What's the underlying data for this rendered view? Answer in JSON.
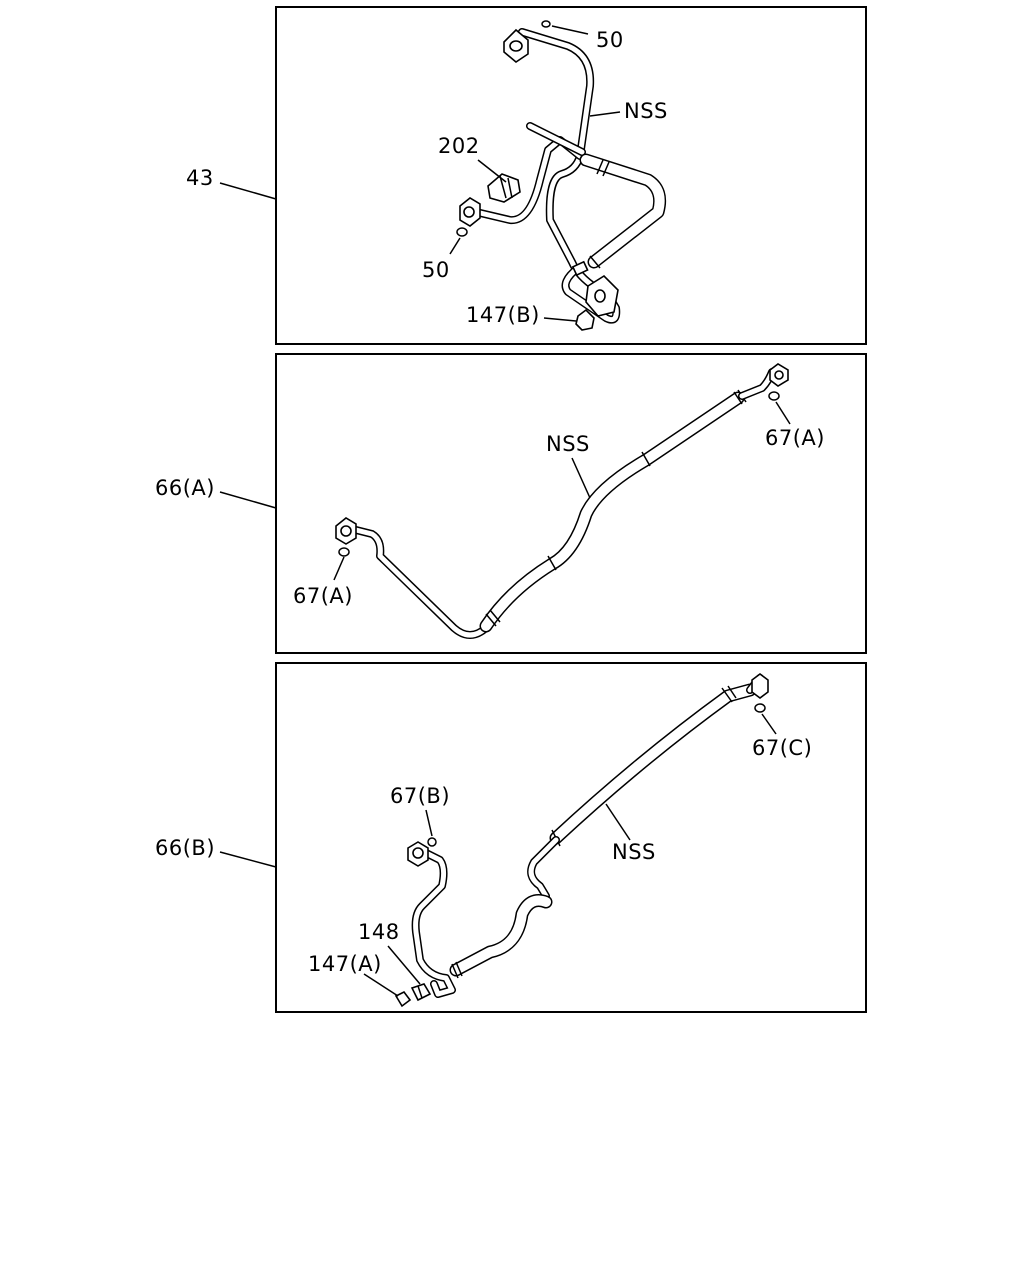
{
  "panels": [
    {
      "callout": "43",
      "labels": {
        "oring_top": "50",
        "nss": "NSS",
        "switch": "202",
        "oring_bottom": "50",
        "cap": "147(B)"
      }
    },
    {
      "callout": "66(A)",
      "labels": {
        "nss": "NSS",
        "oring_right": "67(A)",
        "oring_left": "67(A)"
      }
    },
    {
      "callout": "66(B)",
      "labels": {
        "oring_c": "67(C)",
        "oring_b": "67(B)",
        "nss": "NSS",
        "valve": "148",
        "cap": "147(A)"
      }
    }
  ]
}
